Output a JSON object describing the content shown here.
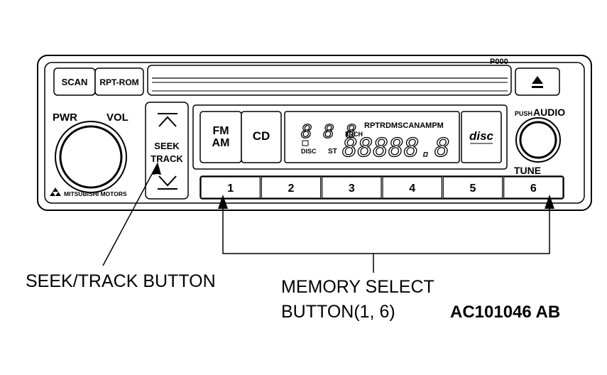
{
  "radio": {
    "model_code": "P000",
    "scan_label": "SCAN",
    "rptrom_label": "RPT-ROM",
    "pwr_label": "PWR",
    "vol_label": "VOL",
    "brand_label": "MITSUBISHI MOTORS",
    "seek_label_1": "SEEK",
    "seek_label_2": "TRACK",
    "fm_label": "FM",
    "am_label": "AM",
    "cd_label": "CD",
    "push_label": "PUSH",
    "audio_label": "AUDIO",
    "tune_label": "TUNE",
    "disc_logo": "disc",
    "display": {
      "top_digits": "8 8 8",
      "trch": "TRCH",
      "modes": "RPTRDMSCANAMPM",
      "disc": "DISC",
      "st": "ST",
      "main_digits": "88888.8"
    },
    "presets": [
      "1",
      "2",
      "3",
      "4",
      "5",
      "6"
    ]
  },
  "callouts": {
    "seek_track": "SEEK/TRACK BUTTON",
    "memory_line1": "MEMORY SELECT",
    "memory_line2": "BUTTON(1, 6)"
  },
  "figure_id": "AC101046 AB"
}
